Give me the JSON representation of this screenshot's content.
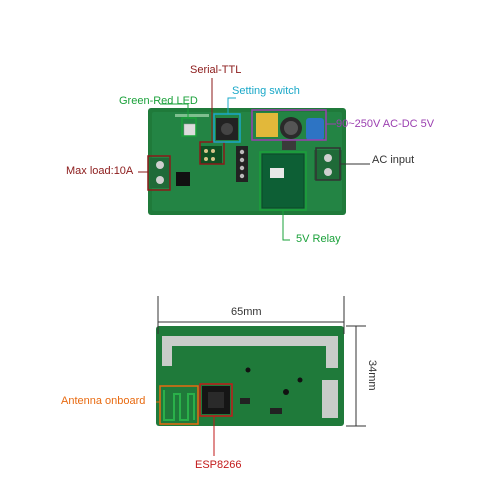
{
  "colors": {
    "pcb": "#1f7a3a",
    "pcb_dark": "#125a29",
    "trace_pad": "#c9ccc9",
    "relay": "#0d5f35",
    "terminal": "#1f6a38",
    "serial_ttl": "#8b1a1a",
    "green_red_led": "#1aa13a",
    "setting_switch": "#1aa8c8",
    "power_module": "#9b3fb0",
    "ac_input": "#333333",
    "max_load": "#8b1a1a",
    "relay_label": "#1aa13a",
    "antenna": "#e86a10",
    "esp8266": "#c21a1a",
    "dimension": "#333333"
  },
  "top_board": {
    "labels": {
      "serial_ttl": "Serial-TTL",
      "green_red_led": "Green-Red LED",
      "setting_switch": "Setting switch",
      "power_module": "90~250V AC-DC 5V",
      "ac_input": "AC input",
      "max_load": "Max load:10A",
      "relay": "5V Relay"
    }
  },
  "bottom_board": {
    "labels": {
      "width": "65mm",
      "height": "34mm",
      "antenna": "Antenna onboard",
      "esp8266": "ESP8266"
    }
  }
}
